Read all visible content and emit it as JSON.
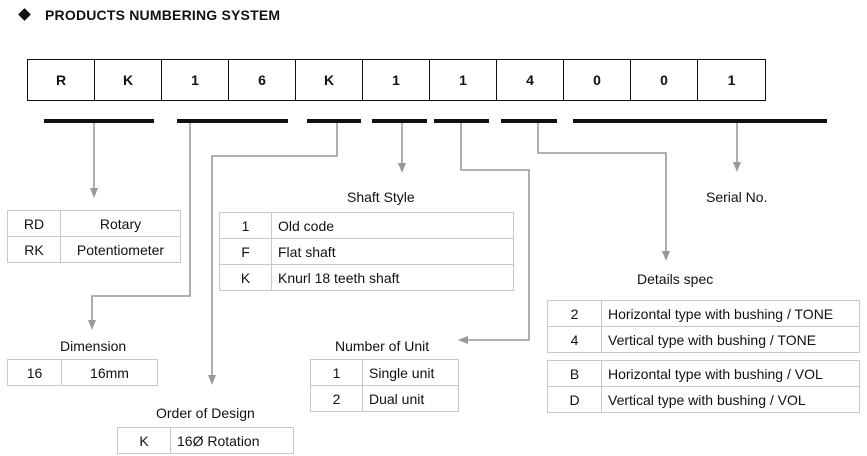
{
  "title": "PRODUCTS NUMBERING SYSTEM",
  "code": [
    "R",
    "K",
    "1",
    "6",
    "K",
    "1",
    "1",
    "4",
    "0",
    "0",
    "1"
  ],
  "type": {
    "rows": [
      [
        "RD",
        "Rotary"
      ],
      [
        "RK",
        "Potentiometer"
      ]
    ]
  },
  "dimension": {
    "label": "Dimension",
    "rows": [
      [
        "16",
        "16mm"
      ]
    ]
  },
  "order_of_design": {
    "label": "Order of Design",
    "rows": [
      [
        "K",
        "16Ø Rotation"
      ]
    ]
  },
  "shaft_style": {
    "label": "Shaft Style",
    "rows": [
      [
        "1",
        "Old code"
      ],
      [
        "F",
        "Flat shaft"
      ],
      [
        "K",
        "Knurl 18 teeth shaft"
      ]
    ]
  },
  "number_of_unit": {
    "label": "Number of Unit",
    "rows": [
      [
        "1",
        "Single unit"
      ],
      [
        "2",
        "Dual unit"
      ]
    ]
  },
  "serial_no": {
    "label": "Serial No."
  },
  "details_spec": {
    "label": "Details spec",
    "rows": [
      [
        "2",
        "Horizontal type with bushing / TONE"
      ],
      [
        "4",
        "Vertical type with bushing / TONE"
      ],
      [
        "B",
        "Horizontal type with bushing / VOL"
      ],
      [
        "D",
        "Vertical type with bushing / VOL"
      ]
    ]
  },
  "colors": {
    "text": "#111111",
    "connector": "#999999",
    "table_border": "#c8c8c8"
  }
}
